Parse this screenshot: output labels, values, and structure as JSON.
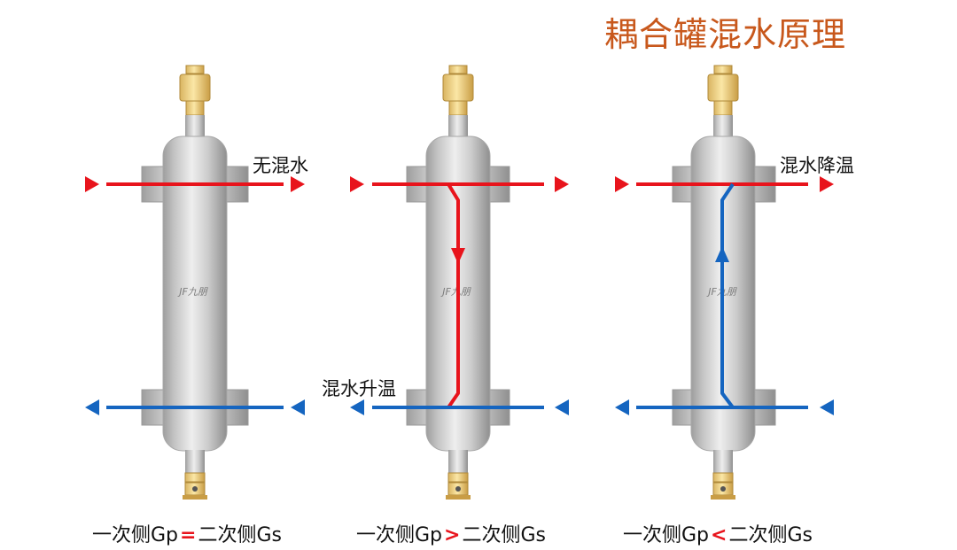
{
  "title": "耦合罐混水原理",
  "colors": {
    "hot": "#e8141c",
    "cold": "#1565c0",
    "title": "#c8581c",
    "tank": "#c9c9c9",
    "valve": "#f0d58c"
  },
  "logo_text": "JF九朋",
  "panels": [
    {
      "id": "equal",
      "note": "无混水",
      "caption_left": "一次侧Gp",
      "operator": "=",
      "caption_right": "二次侧Gs",
      "internal_flow": "none"
    },
    {
      "id": "greater",
      "note": "混水升温",
      "caption_left": "一次侧Gp",
      "operator": ">",
      "caption_right": "二次侧Gs",
      "internal_flow": "down"
    },
    {
      "id": "less",
      "note": "混水降温",
      "caption_left": "一次侧Gp",
      "operator": "<",
      "caption_right": "二次侧Gs",
      "internal_flow": "up"
    }
  ]
}
